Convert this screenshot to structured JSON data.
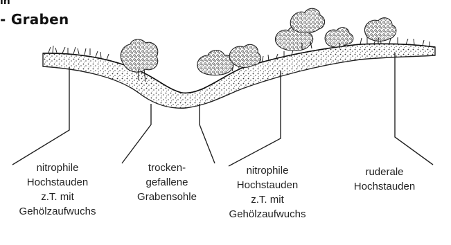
{
  "figure": {
    "top_fragment": "ın",
    "title": "- Graben",
    "colors": {
      "ink": "#1c1c1c",
      "soil_fill": "#8e8e8e",
      "background": "#ffffff"
    }
  },
  "labels": [
    {
      "id": "label-1",
      "text": "nitrophile\nHochstauden\nz.T. mit\nGehölzaufwuchs"
    },
    {
      "id": "label-2",
      "text": "trocken-\ngefallene\nGrabensohle"
    },
    {
      "id": "label-3",
      "text": "nitrophile\nHochstauden\nz.T. mit\nGehölzaufwuchs"
    },
    {
      "id": "label-4",
      "text": "ruderale\nHochstauden"
    }
  ]
}
